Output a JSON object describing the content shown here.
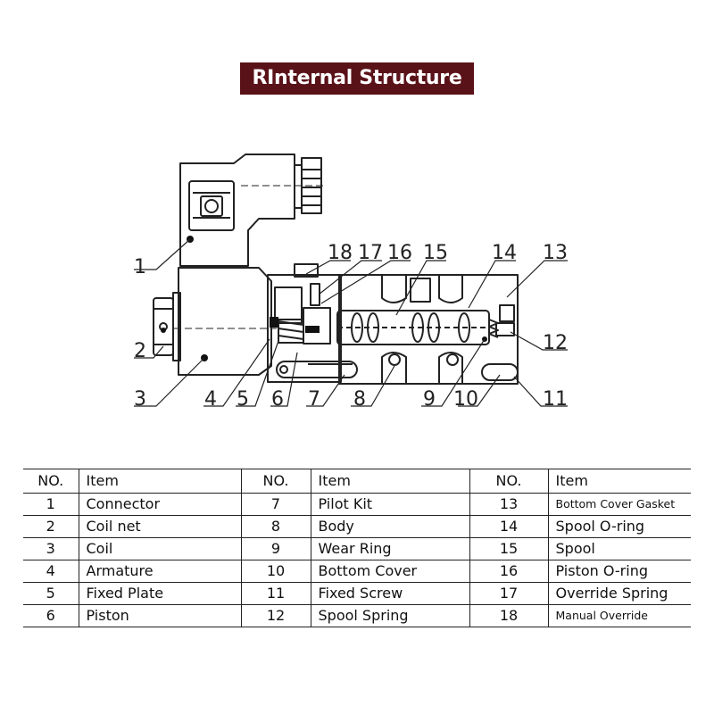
{
  "title": "RInternal Structure",
  "colors": {
    "banner": "#5a1219",
    "banner_text": "#ffffff",
    "line": "#222222"
  },
  "callouts": [
    "1",
    "2",
    "3",
    "4",
    "5",
    "6",
    "7",
    "8",
    "9",
    "10",
    "11",
    "12",
    "13",
    "14",
    "15",
    "16",
    "17",
    "18"
  ],
  "table": {
    "headers": {
      "no": "NO.",
      "item": "Item"
    },
    "rows": [
      [
        {
          "no": "1",
          "item": "Connector"
        },
        {
          "no": "7",
          "item": "Pilot Kit"
        },
        {
          "no": "13",
          "item": "Bottom Cover Gasket"
        }
      ],
      [
        {
          "no": "2",
          "item": "Coil net"
        },
        {
          "no": "8",
          "item": "Body"
        },
        {
          "no": "14",
          "item": "Spool O-ring"
        }
      ],
      [
        {
          "no": "3",
          "item": "Coil"
        },
        {
          "no": "9",
          "item": "Wear Ring"
        },
        {
          "no": "15",
          "item": "Spool"
        }
      ],
      [
        {
          "no": "4",
          "item": "Armature"
        },
        {
          "no": "10",
          "item": "Bottom Cover"
        },
        {
          "no": "16",
          "item": "Piston O-ring"
        }
      ],
      [
        {
          "no": "5",
          "item": "Fixed Plate"
        },
        {
          "no": "11",
          "item": "Fixed Screw"
        },
        {
          "no": "17",
          "item": "Override Spring"
        }
      ],
      [
        {
          "no": "6",
          "item": "Piston"
        },
        {
          "no": "12",
          "item": "Spool Spring"
        },
        {
          "no": "18",
          "item": "Manual Override"
        }
      ]
    ]
  }
}
